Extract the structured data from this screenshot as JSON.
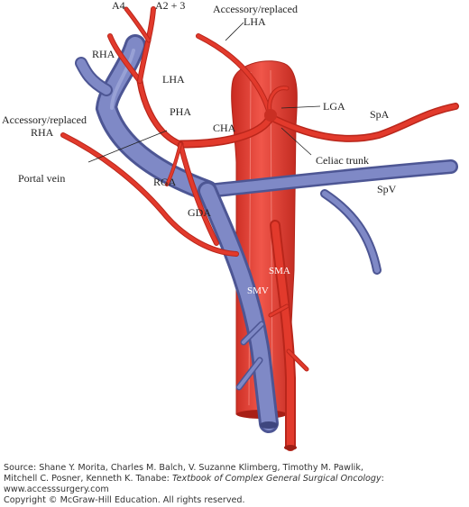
{
  "labels": {
    "a4": "A4",
    "a23": "A2 + 3",
    "acc_lha_1": "Accessory/replaced",
    "acc_lha_2": "LHA",
    "rha": "RHA",
    "lha": "LHA",
    "pha": "PHA",
    "lga": "LGA",
    "spa": "SpA",
    "acc_rha_1": "Accessory/replaced",
    "acc_rha_2": "RHA",
    "cha": "CHA",
    "celiac": "Celiac trunk",
    "portal": "Portal vein",
    "rga": "RGA",
    "spv": "SpV",
    "gda": "GDA",
    "sma": "SMA",
    "smv": "SMV"
  },
  "credit": {
    "line1_prefix": "Source: Shane Y. Morita, Charles M. Balch, V. Suzanne Klimberg, Timothy M. Pawlik,",
    "line2_prefix": "Mitchell C. Posner, Kenneth K. Tanabe: ",
    "book_title": "Textbook of Complex General Surgical Oncology",
    "line2_suffix": ":",
    "website": "www.accesssurgery.com",
    "copyright": "Copyright © McGraw-Hill Education. All rights reserved."
  },
  "colors": {
    "artery": "#e23a2c",
    "artery_dark": "#b9261b",
    "vein": "#6f79b8",
    "vein_dark": "#4d5694",
    "aorta": "#e8453a"
  }
}
